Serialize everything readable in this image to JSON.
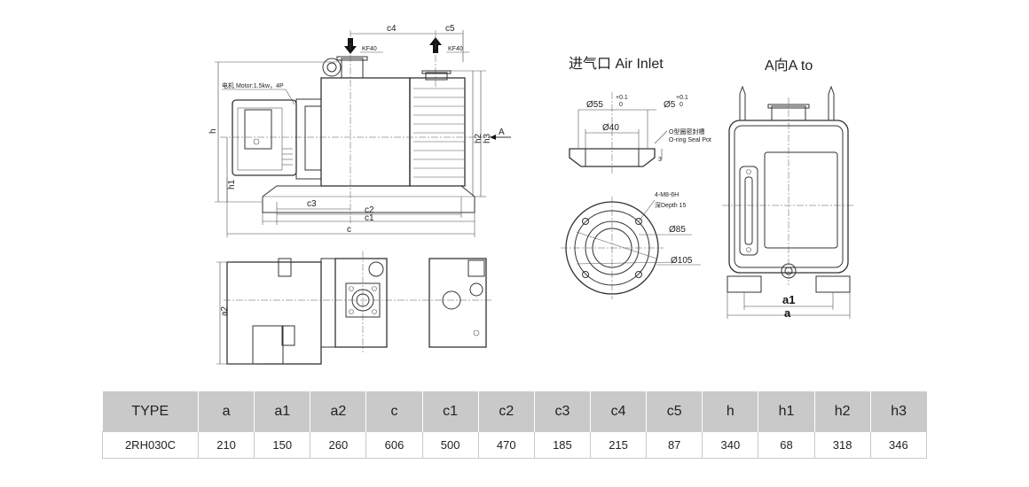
{
  "drawing": {
    "labels": {
      "c4": "c4",
      "c5": "c5",
      "kf40_in": "KF40",
      "kf40_out": "KF40",
      "motor": "电机 Motor:1.5kw，4P",
      "h": "h",
      "h1": "h1",
      "h2": "h2",
      "h3": "h3",
      "A": "A",
      "c3": "c3",
      "c2": "c2",
      "c1": "c1",
      "c": "c",
      "a2": "a2",
      "a1": "a1",
      "a": "a",
      "d55": "Ø55",
      "d55_tol_up": "+0.1",
      "d55_tol_low": "0",
      "d5": "Ø5",
      "d5_tol_up": "+0.1",
      "d5_tol_low": "0",
      "d40": "Ø40",
      "depth3": "3",
      "oring_cn": "O型圈密封槽",
      "oring_en": "O-ring Seal Pot",
      "bolt_cn": "4-M8-6H",
      "bolt_depth": "深Depth 15",
      "d85": "Ø85",
      "d105": "Ø105"
    },
    "captions": {
      "air_inlet": "进气口 Air Inlet",
      "a_to": "A向A to"
    }
  },
  "table": {
    "headers": [
      "TYPE",
      "a",
      "a1",
      "a2",
      "c",
      "c1",
      "c2",
      "c3",
      "c4",
      "c5",
      "h",
      "h1",
      "h2",
      "h3"
    ],
    "rows": [
      [
        "2RH030C",
        "210",
        "150",
        "260",
        "606",
        "500",
        "470",
        "185",
        "215",
        "87",
        "340",
        "68",
        "318",
        "346"
      ]
    ]
  }
}
